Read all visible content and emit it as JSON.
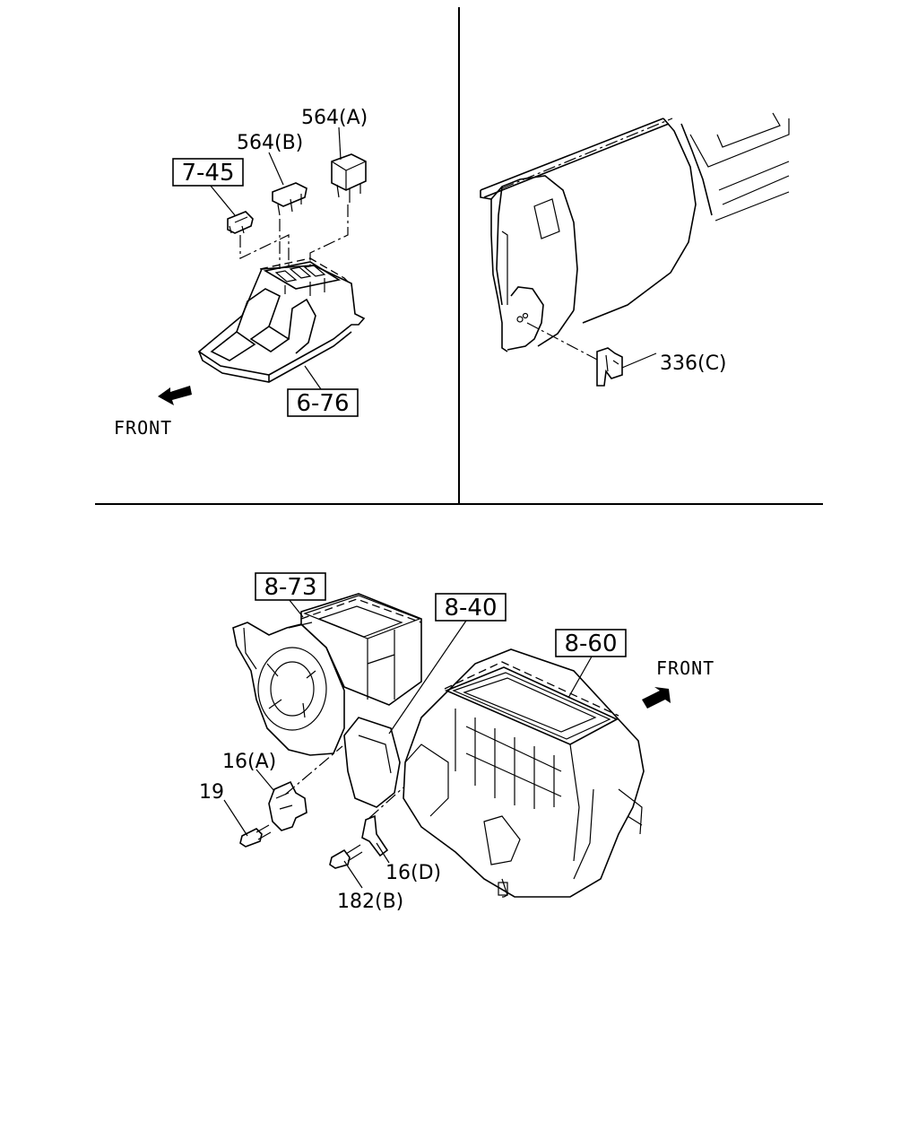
{
  "top_left": {
    "ref_boxes": [
      "7-45",
      "6-76"
    ],
    "parts": [
      "564(A)",
      "564(B)"
    ],
    "direction": "FRONT"
  },
  "top_right": {
    "parts": [
      "336(C)"
    ]
  },
  "bottom": {
    "ref_boxes": [
      "8-73",
      "8-40",
      "8-60"
    ],
    "parts": [
      "16(A)",
      "19",
      "16(D)",
      "182(B)"
    ],
    "direction": "FRONT"
  }
}
